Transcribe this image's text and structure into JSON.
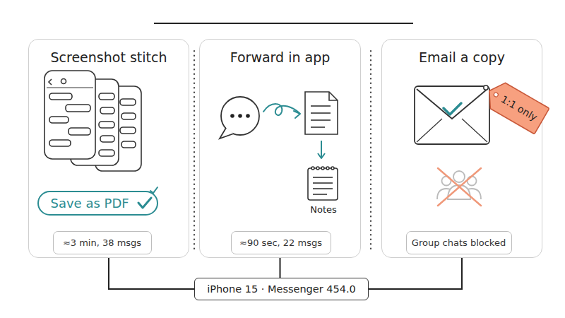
{
  "diagram": {
    "nodes": [
      {
        "text": [
          "Screenshot stitch"
        ]
      },
      {
        "text": [
          "Save as PDF"
        ],
        "in": 0
      },
      {
        "text": [
          "≈3 min, 38 msgs"
        ],
        "in": 0
      },
      {
        "text": [
          "Forward in app"
        ]
      },
      {
        "text": [
          "≈90 sec, 22 msgs"
        ],
        "in": 3
      },
      {
        "text": [
          "Email a copy"
        ]
      },
      {
        "text": [
          "1:1 only"
        ],
        "in": 5
      },
      {
        "text": [
          "Group chats blocked"
        ],
        "in": 5
      },
      {
        "text": [
          "iPhone 15 · Messenger 454.0"
        ]
      }
    ],
    "edges": [
      {
        "from": 0,
        "to": 8,
        "arrow": "none"
      },
      {
        "from": 3,
        "to": 8,
        "arrow": "none"
      },
      {
        "from": 5,
        "to": 8,
        "arrow": "none"
      }
    ],
    "labels": [
      "Notes"
    ]
  }
}
